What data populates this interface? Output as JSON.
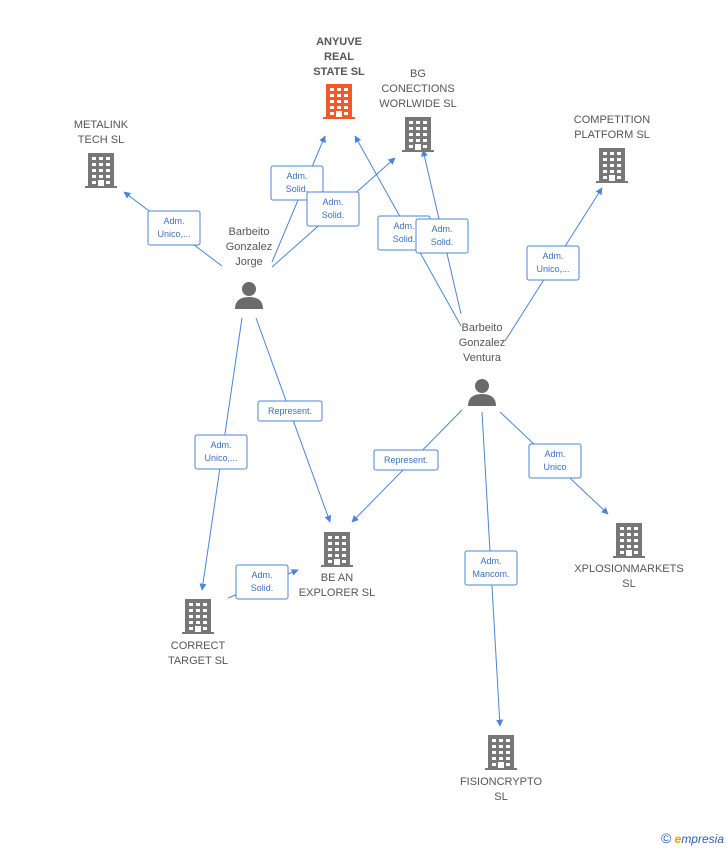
{
  "colors": {
    "edge": "#4a86d4",
    "building": "#777777",
    "building_highlight": "#f05a28",
    "person": "#6b6b6b"
  },
  "nodes": [
    {
      "id": "anyuve",
      "type": "company",
      "highlight": true,
      "lines": [
        "ANYUVE",
        "REAL",
        "STATE  SL"
      ]
    },
    {
      "id": "bg",
      "type": "company",
      "lines": [
        "BG",
        "CONECTIONS",
        "WORLWIDE  SL"
      ]
    },
    {
      "id": "metalink",
      "type": "company",
      "lines": [
        "METALINK",
        "TECH  SL"
      ]
    },
    {
      "id": "competition",
      "type": "company",
      "lines": [
        "COMPETITION",
        "PLATFORM  SL"
      ]
    },
    {
      "id": "jorge",
      "type": "person",
      "lines": [
        "Barbeito",
        "Gonzalez",
        "Jorge"
      ]
    },
    {
      "id": "ventura",
      "type": "person",
      "lines": [
        "Barbeito",
        "Gonzalez",
        "Ventura"
      ]
    },
    {
      "id": "explorer",
      "type": "company",
      "lines": [
        "BE AN",
        "EXPLORER  SL"
      ]
    },
    {
      "id": "xplosion",
      "type": "company",
      "lines": [
        "XPLOSIONMARKETS",
        "SL"
      ]
    },
    {
      "id": "correct",
      "type": "company",
      "lines": [
        "CORRECT",
        "TARGET  SL"
      ]
    },
    {
      "id": "fision",
      "type": "company",
      "lines": [
        "FISIONCRYPTO",
        "SL"
      ]
    }
  ],
  "edges": [
    {
      "from": "jorge",
      "to": "metalink",
      "lines": [
        "Adm.",
        "Unico,..."
      ]
    },
    {
      "from": "jorge",
      "to": "anyuve",
      "lines": [
        "Adm.",
        "Solid."
      ]
    },
    {
      "from": "jorge",
      "to": "bg",
      "lines": [
        "Adm.",
        "Solid."
      ]
    },
    {
      "from": "ventura",
      "to": "anyuve",
      "lines": [
        "Adm.",
        "Solid."
      ]
    },
    {
      "from": "ventura",
      "to": "bg",
      "lines": [
        "Adm.",
        "Solid."
      ]
    },
    {
      "from": "ventura",
      "to": "competition",
      "lines": [
        "Adm.",
        "Unico,..."
      ]
    },
    {
      "from": "jorge",
      "to": "explorer",
      "lines": [
        "Represent."
      ]
    },
    {
      "from": "jorge",
      "to": "correct",
      "lines": [
        "Adm.",
        "Unico,..."
      ]
    },
    {
      "from": "ventura",
      "to": "explorer",
      "lines": [
        "Represent."
      ]
    },
    {
      "from": "ventura",
      "to": "xplosion",
      "lines": [
        "Adm.",
        "Unico"
      ]
    },
    {
      "from": "correct",
      "to": "explorer",
      "lines": [
        "Adm.",
        "Solid."
      ]
    },
    {
      "from": "ventura",
      "to": "fision",
      "lines": [
        "Adm.",
        "Mancom."
      ]
    }
  ],
  "footer": {
    "copyright": "©",
    "brand_initial": "e",
    "brand_rest": "mpresia"
  }
}
